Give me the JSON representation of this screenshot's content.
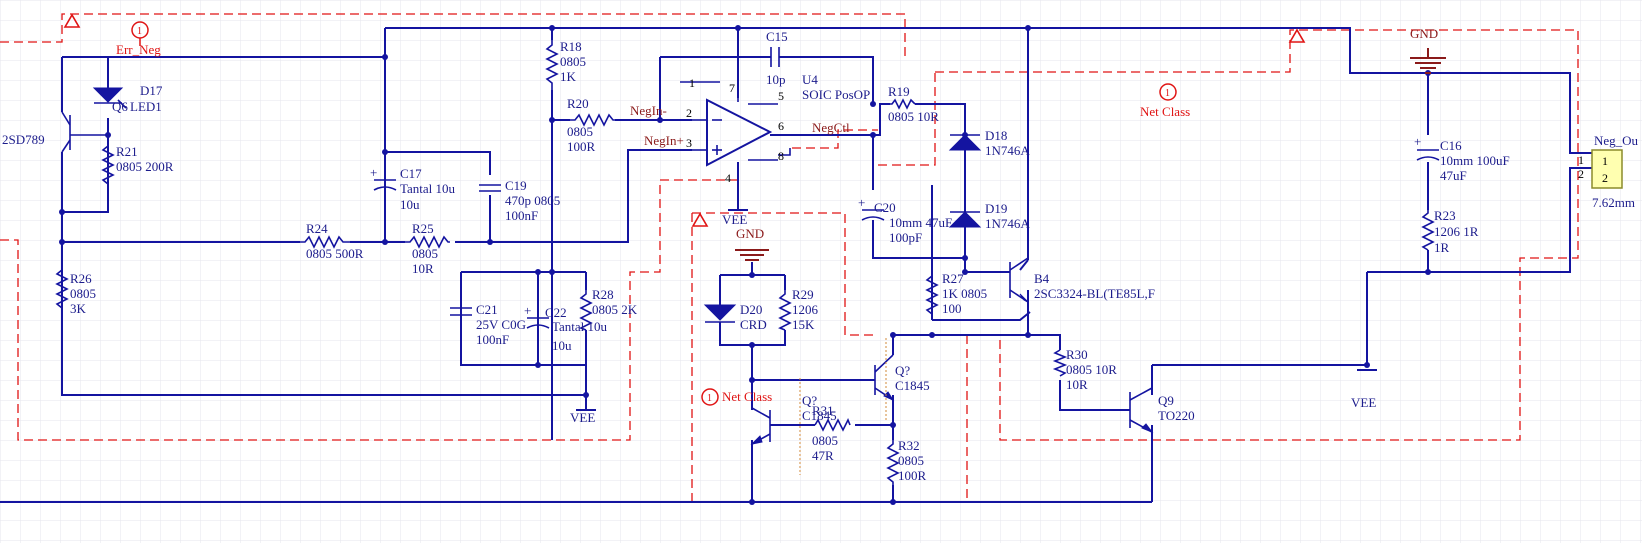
{
  "theme": {
    "wire": "#1414a0",
    "net_label": "#8b1a1a",
    "directive": "#e01414",
    "grid": "#e6e6ee",
    "background": "#ffffff"
  },
  "nets": {
    "err_neg": "Err_Neg",
    "neg_in_minus": "NegIn-",
    "neg_in_plus": "NegIn+",
    "neg_ctl": "NegCtl",
    "net_class": "Net Class",
    "gnd": "GND",
    "vee": "VEE"
  },
  "components": {
    "d17": {
      "ref": "D17",
      "value": "LED1"
    },
    "q6": {
      "ref": "Q6",
      "value": "2SD789"
    },
    "r21": {
      "ref": "R21",
      "value": "0805 200R"
    },
    "r18": {
      "ref": "R18",
      "line1": "0805",
      "line2": "1K"
    },
    "r20": {
      "ref": "R20",
      "line1": "0805",
      "line2": "100R"
    },
    "c15": {
      "ref": "C15",
      "value": "10p"
    },
    "u4": {
      "ref": "U4",
      "value": "SOIC PosOP",
      "pins": [
        "1",
        "2",
        "3",
        "4",
        "5",
        "6",
        "7",
        "8"
      ]
    },
    "r19": {
      "ref": "R19",
      "value": "0805 10R"
    },
    "d18": {
      "ref": "D18",
      "value": "1N746A"
    },
    "d19": {
      "ref": "D19",
      "value": "1N746A"
    },
    "c17": {
      "ref": "C17",
      "line1": "Tantal 10u",
      "line2": "10u"
    },
    "c19": {
      "ref": "C19",
      "line1": "470p 0805",
      "line2": "100nF"
    },
    "r24": {
      "ref": "R24",
      "value": "0805 500R"
    },
    "r25": {
      "ref": "R25",
      "line1": "0805",
      "line2": "10R"
    },
    "c20": {
      "ref": "C20",
      "line1": "10mm 47uF",
      "line2": "100pF"
    },
    "r26": {
      "ref": "R26",
      "line1": "0805",
      "line2": "3K"
    },
    "c21": {
      "ref": "C21",
      "line1": "25V C0G",
      "line2": "100nF"
    },
    "c22": {
      "ref": "C22",
      "line1": "Tantal 10u",
      "line2": "10u"
    },
    "r28": {
      "ref": "R28",
      "value": "0805 2K"
    },
    "d20": {
      "ref": "D20",
      "value": "CRD"
    },
    "r29": {
      "ref": "R29",
      "line1": "1206",
      "line2": "15K"
    },
    "r27": {
      "ref": "R27",
      "line1": "1K 0805",
      "line2": "100"
    },
    "b4": {
      "ref": "B4",
      "value": "2SC3324-BL(TE85L,F"
    },
    "q_upper": {
      "ref": "Q?",
      "value": "C1845"
    },
    "q_lower": {
      "ref": "Q?",
      "value": "C1845"
    },
    "r31": {
      "ref": "R31",
      "line1": "0805",
      "line2": "47R"
    },
    "r32": {
      "ref": "R32",
      "line1": "0805",
      "line2": "100R"
    },
    "r30": {
      "ref": "R30",
      "line1": "0805 10R",
      "line2": "10R"
    },
    "q9": {
      "ref": "Q9",
      "value": "TO220"
    },
    "c16": {
      "ref": "C16",
      "line1": "10mm 100uF",
      "line2": "47uF"
    },
    "r23": {
      "ref": "R23",
      "line1": "1206 1R",
      "line2": "1R"
    },
    "connector": {
      "ref": "Neg_Ou",
      "pin1": "1",
      "pin2": "2",
      "value": "7.62mm"
    }
  }
}
